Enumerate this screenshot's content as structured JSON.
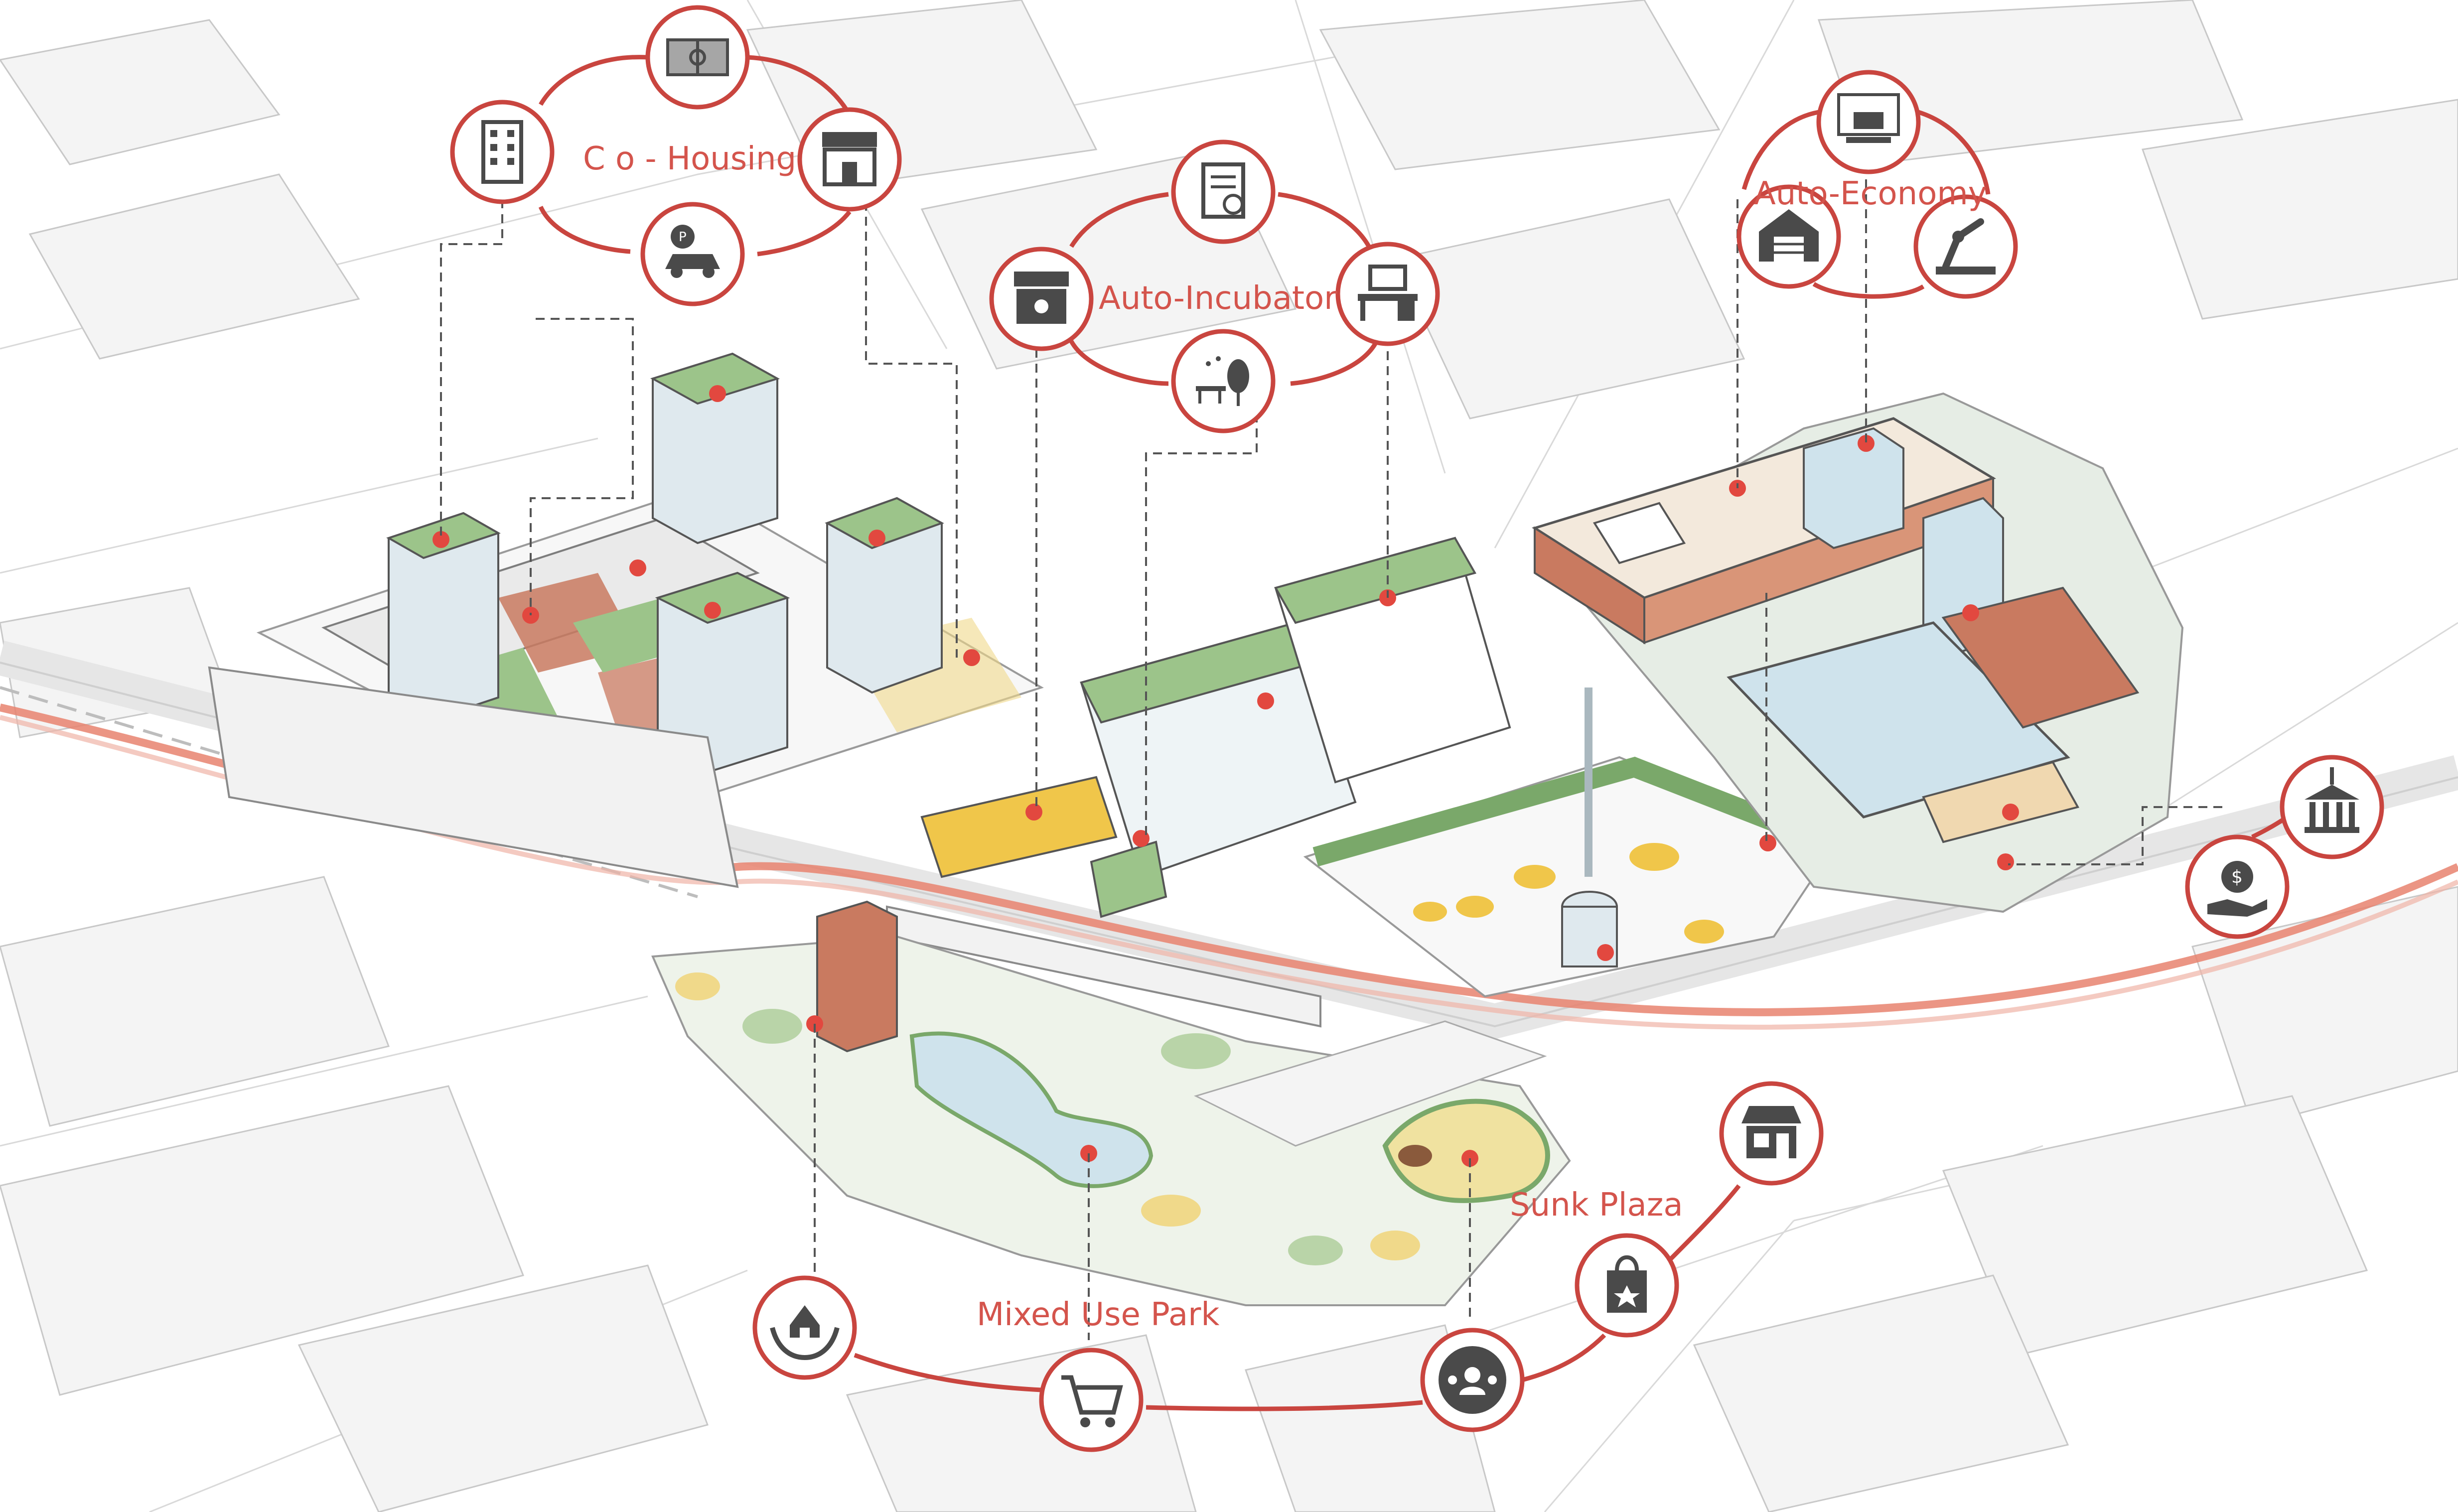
{
  "clusters": {
    "cohousing": {
      "label": "C o - Housing"
    },
    "incubator": {
      "label": "Auto-Incubator"
    },
    "economy": {
      "label": "Auto-Economy"
    },
    "park": {
      "label": "Mixed Use Park"
    },
    "plaza": {
      "label": "Sunk Plaza"
    }
  },
  "icons": {
    "cohousing": [
      "sports-court-icon",
      "apartment-building-icon",
      "storefront-icon",
      "car-parking-icon"
    ],
    "incubator": [
      "blueprint-document-icon",
      "cafe-store-icon",
      "work-desk-icon",
      "outdoor-bench-tree-icon"
    ],
    "economy": [
      "coworking-laptop-icon",
      "warehouse-icon",
      "robot-arm-icon"
    ],
    "trade": [
      "export-bank-icon",
      "money-hand-icon"
    ],
    "park": [
      "home-care-hands-icon",
      "shopping-cart-icon",
      "community-gathering-icon"
    ],
    "plaza": [
      "shop-front-icon",
      "shopping-bag-icon"
    ]
  },
  "colors": {
    "accent": "#c9453f",
    "label": "#d4544c",
    "pin": "#e2483f",
    "green_roof": "#9cc48a",
    "glass": "#cfe3ec",
    "brick": "#c97a60",
    "yellow": "#f0c64a",
    "rail_ribbon": "#e8836f"
  }
}
